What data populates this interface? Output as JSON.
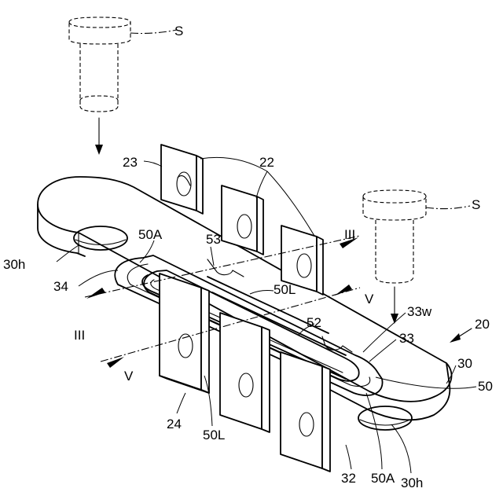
{
  "labels": {
    "s_top": "S",
    "s_right": "S",
    "n22": "22",
    "n23": "23",
    "n50A_top": "50A",
    "n53": "53",
    "n30h_left": "30h",
    "n34": "34",
    "n50L_right": "50L",
    "n52": "52",
    "n33w": "33w",
    "n33": "33",
    "n20": "20",
    "n30": "30",
    "n50": "50",
    "n24": "24",
    "n50L_bottom": "50L",
    "n32": "32",
    "n50A_bottom": "50A",
    "n30h_right": "30h",
    "section_III_right": "III",
    "section_III_left": "III",
    "section_V_right": "V",
    "section_V_left": "V"
  }
}
